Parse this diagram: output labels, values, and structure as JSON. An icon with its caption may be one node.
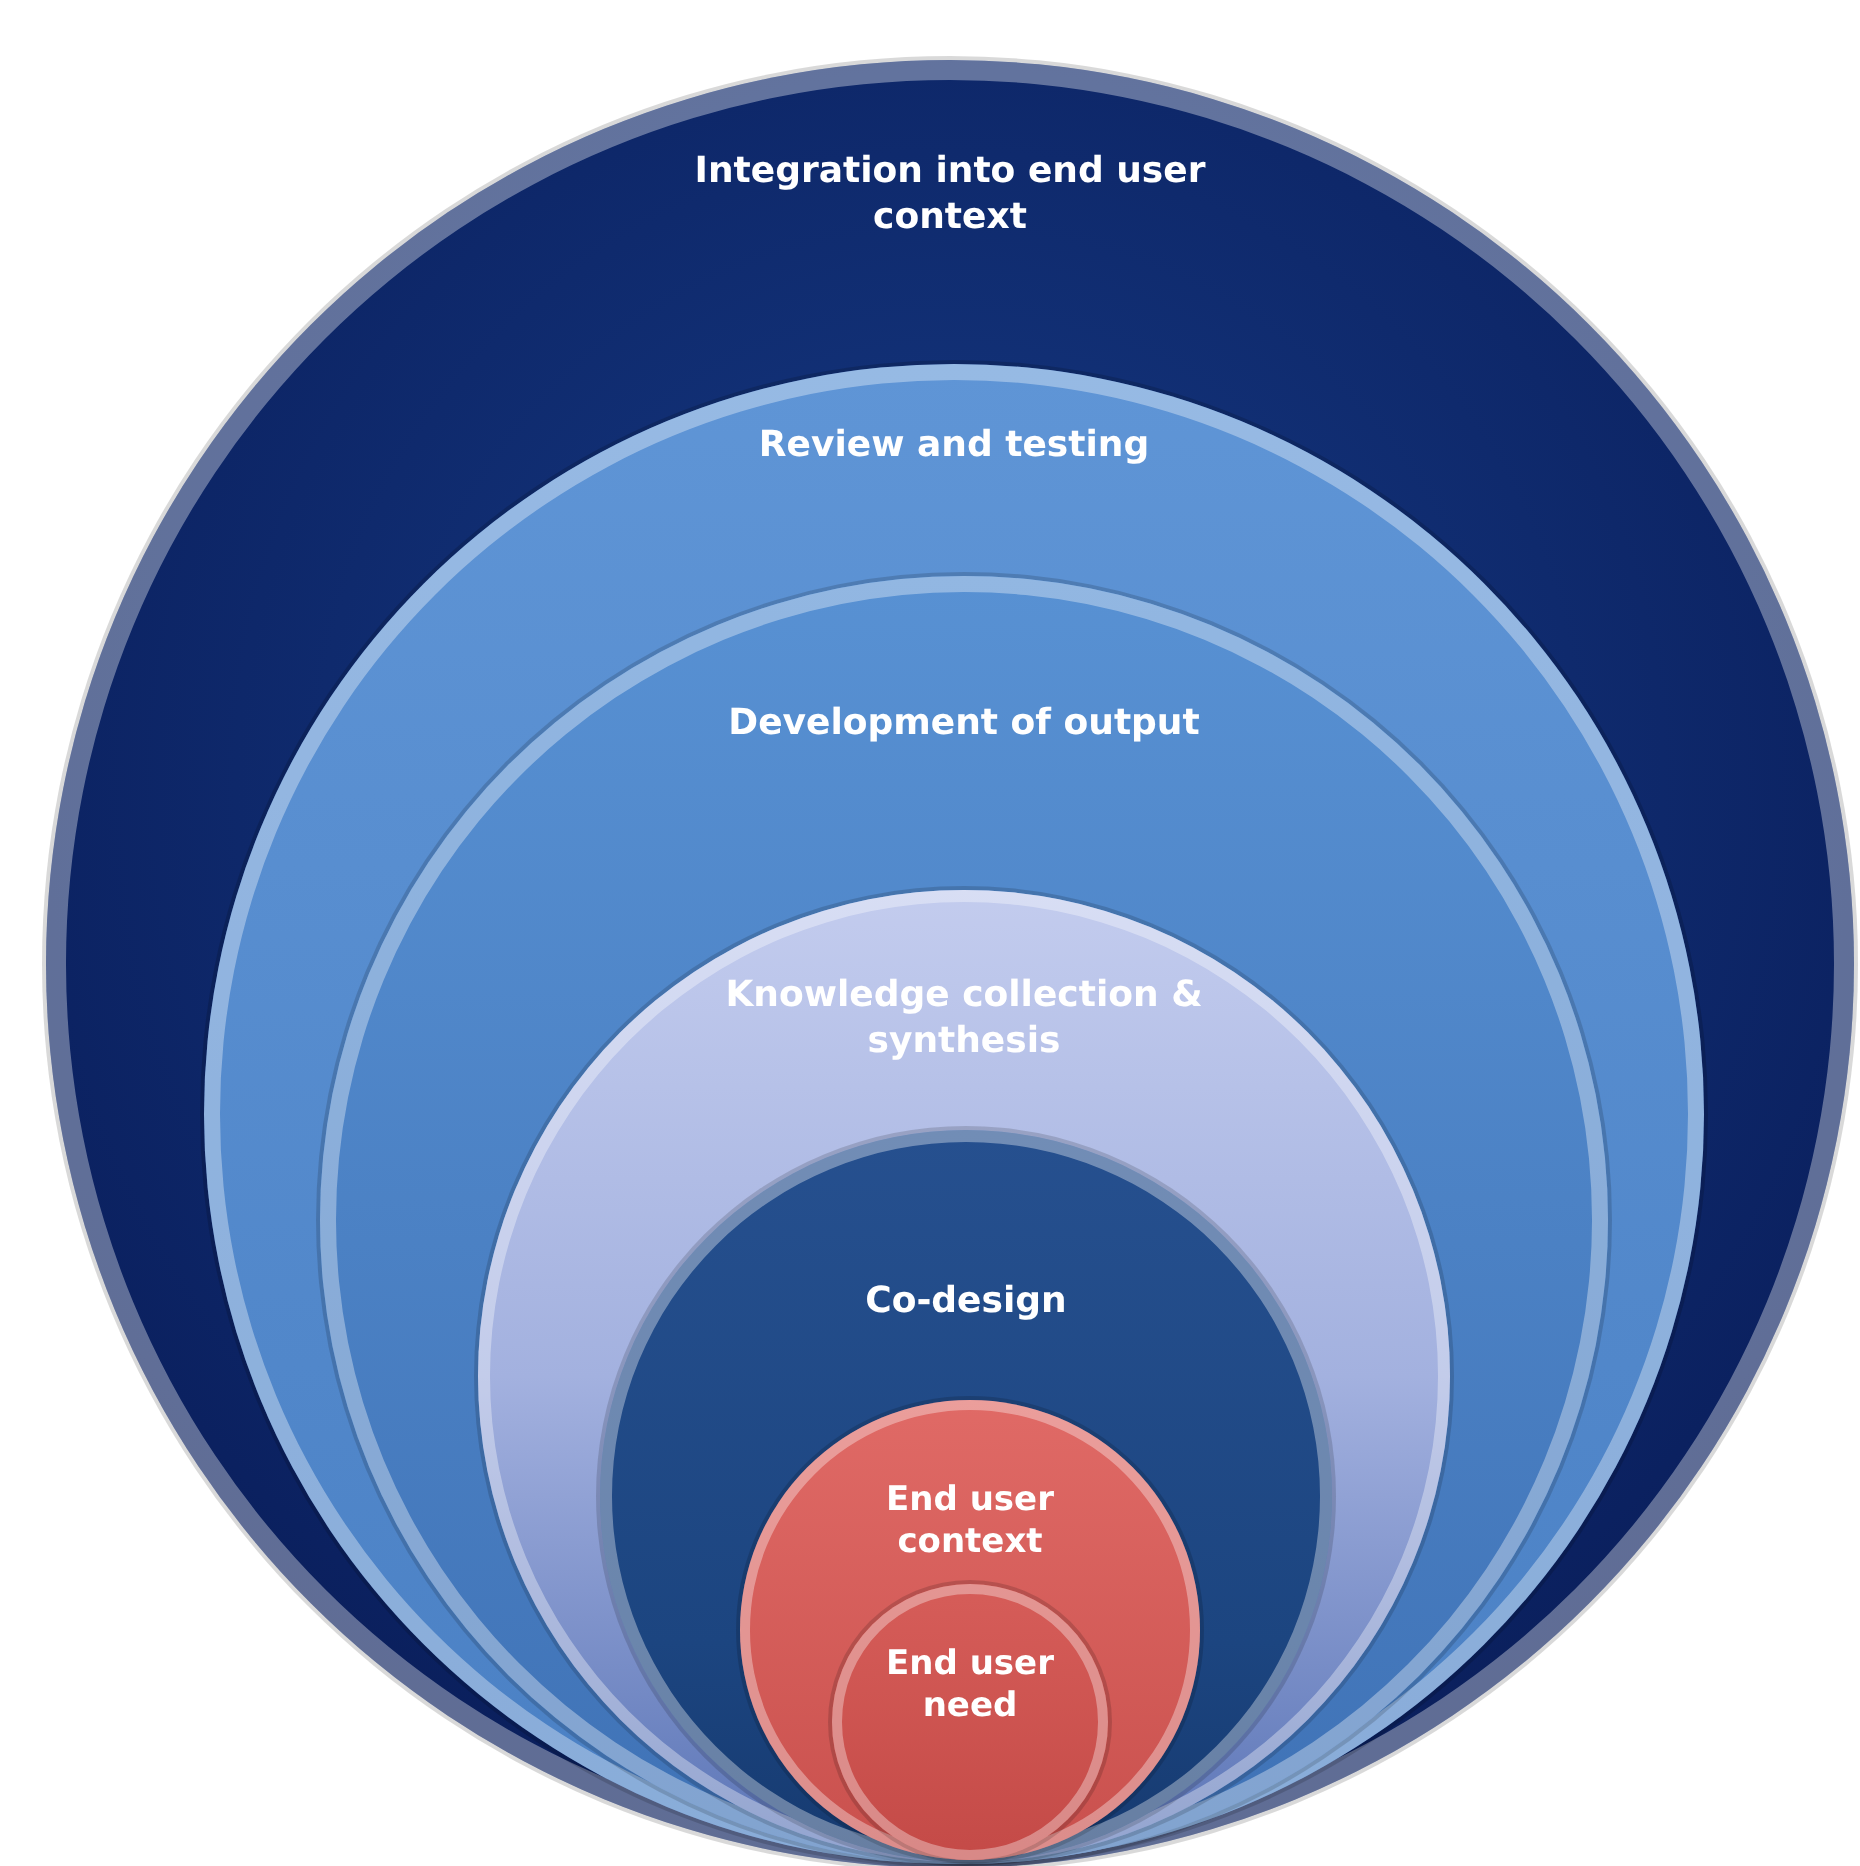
{
  "diagram": {
    "nodes": [
      {
        "text": [
          "Integration into end user context"
        ]
      },
      {
        "text": [
          "Review and testing"
        ],
        "in": 0
      },
      {
        "text": [
          "Development of output"
        ],
        "in": 1
      },
      {
        "text": [
          "Knowledge collection & synthesis"
        ],
        "in": 2
      },
      {
        "text": [
          "Co-design"
        ],
        "in": 3
      },
      {
        "text": [
          "End user context"
        ],
        "in": 4
      },
      {
        "text": [
          "End user need"
        ],
        "in": 5
      }
    ]
  }
}
